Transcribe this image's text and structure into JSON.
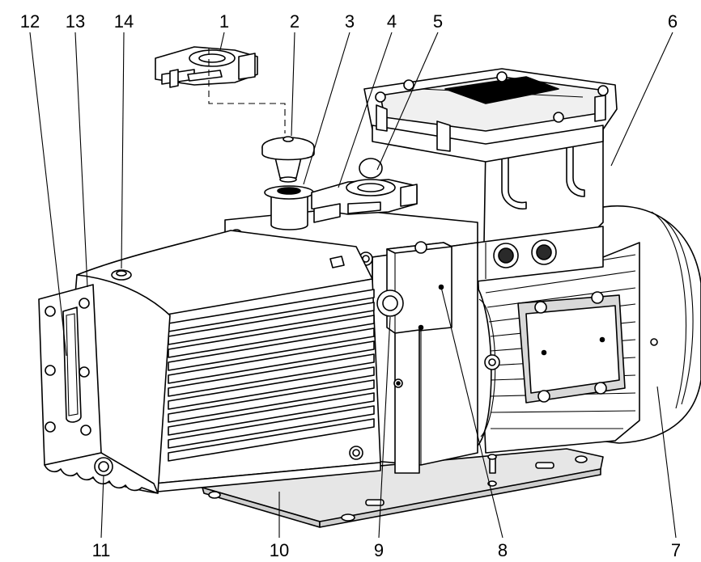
{
  "figure": {
    "callouts": [
      {
        "id": "1",
        "text": "1"
      },
      {
        "id": "2",
        "text": "2"
      },
      {
        "id": "3",
        "text": "3"
      },
      {
        "id": "4",
        "text": "4"
      },
      {
        "id": "5",
        "text": "5"
      },
      {
        "id": "6",
        "text": "6"
      },
      {
        "id": "7",
        "text": "7"
      },
      {
        "id": "8",
        "text": "8"
      },
      {
        "id": "9",
        "text": "9"
      },
      {
        "id": "10",
        "text": "10"
      },
      {
        "id": "11",
        "text": "11"
      },
      {
        "id": "12",
        "text": "12"
      },
      {
        "id": "13",
        "text": "13"
      },
      {
        "id": "14",
        "text": "14"
      }
    ]
  }
}
